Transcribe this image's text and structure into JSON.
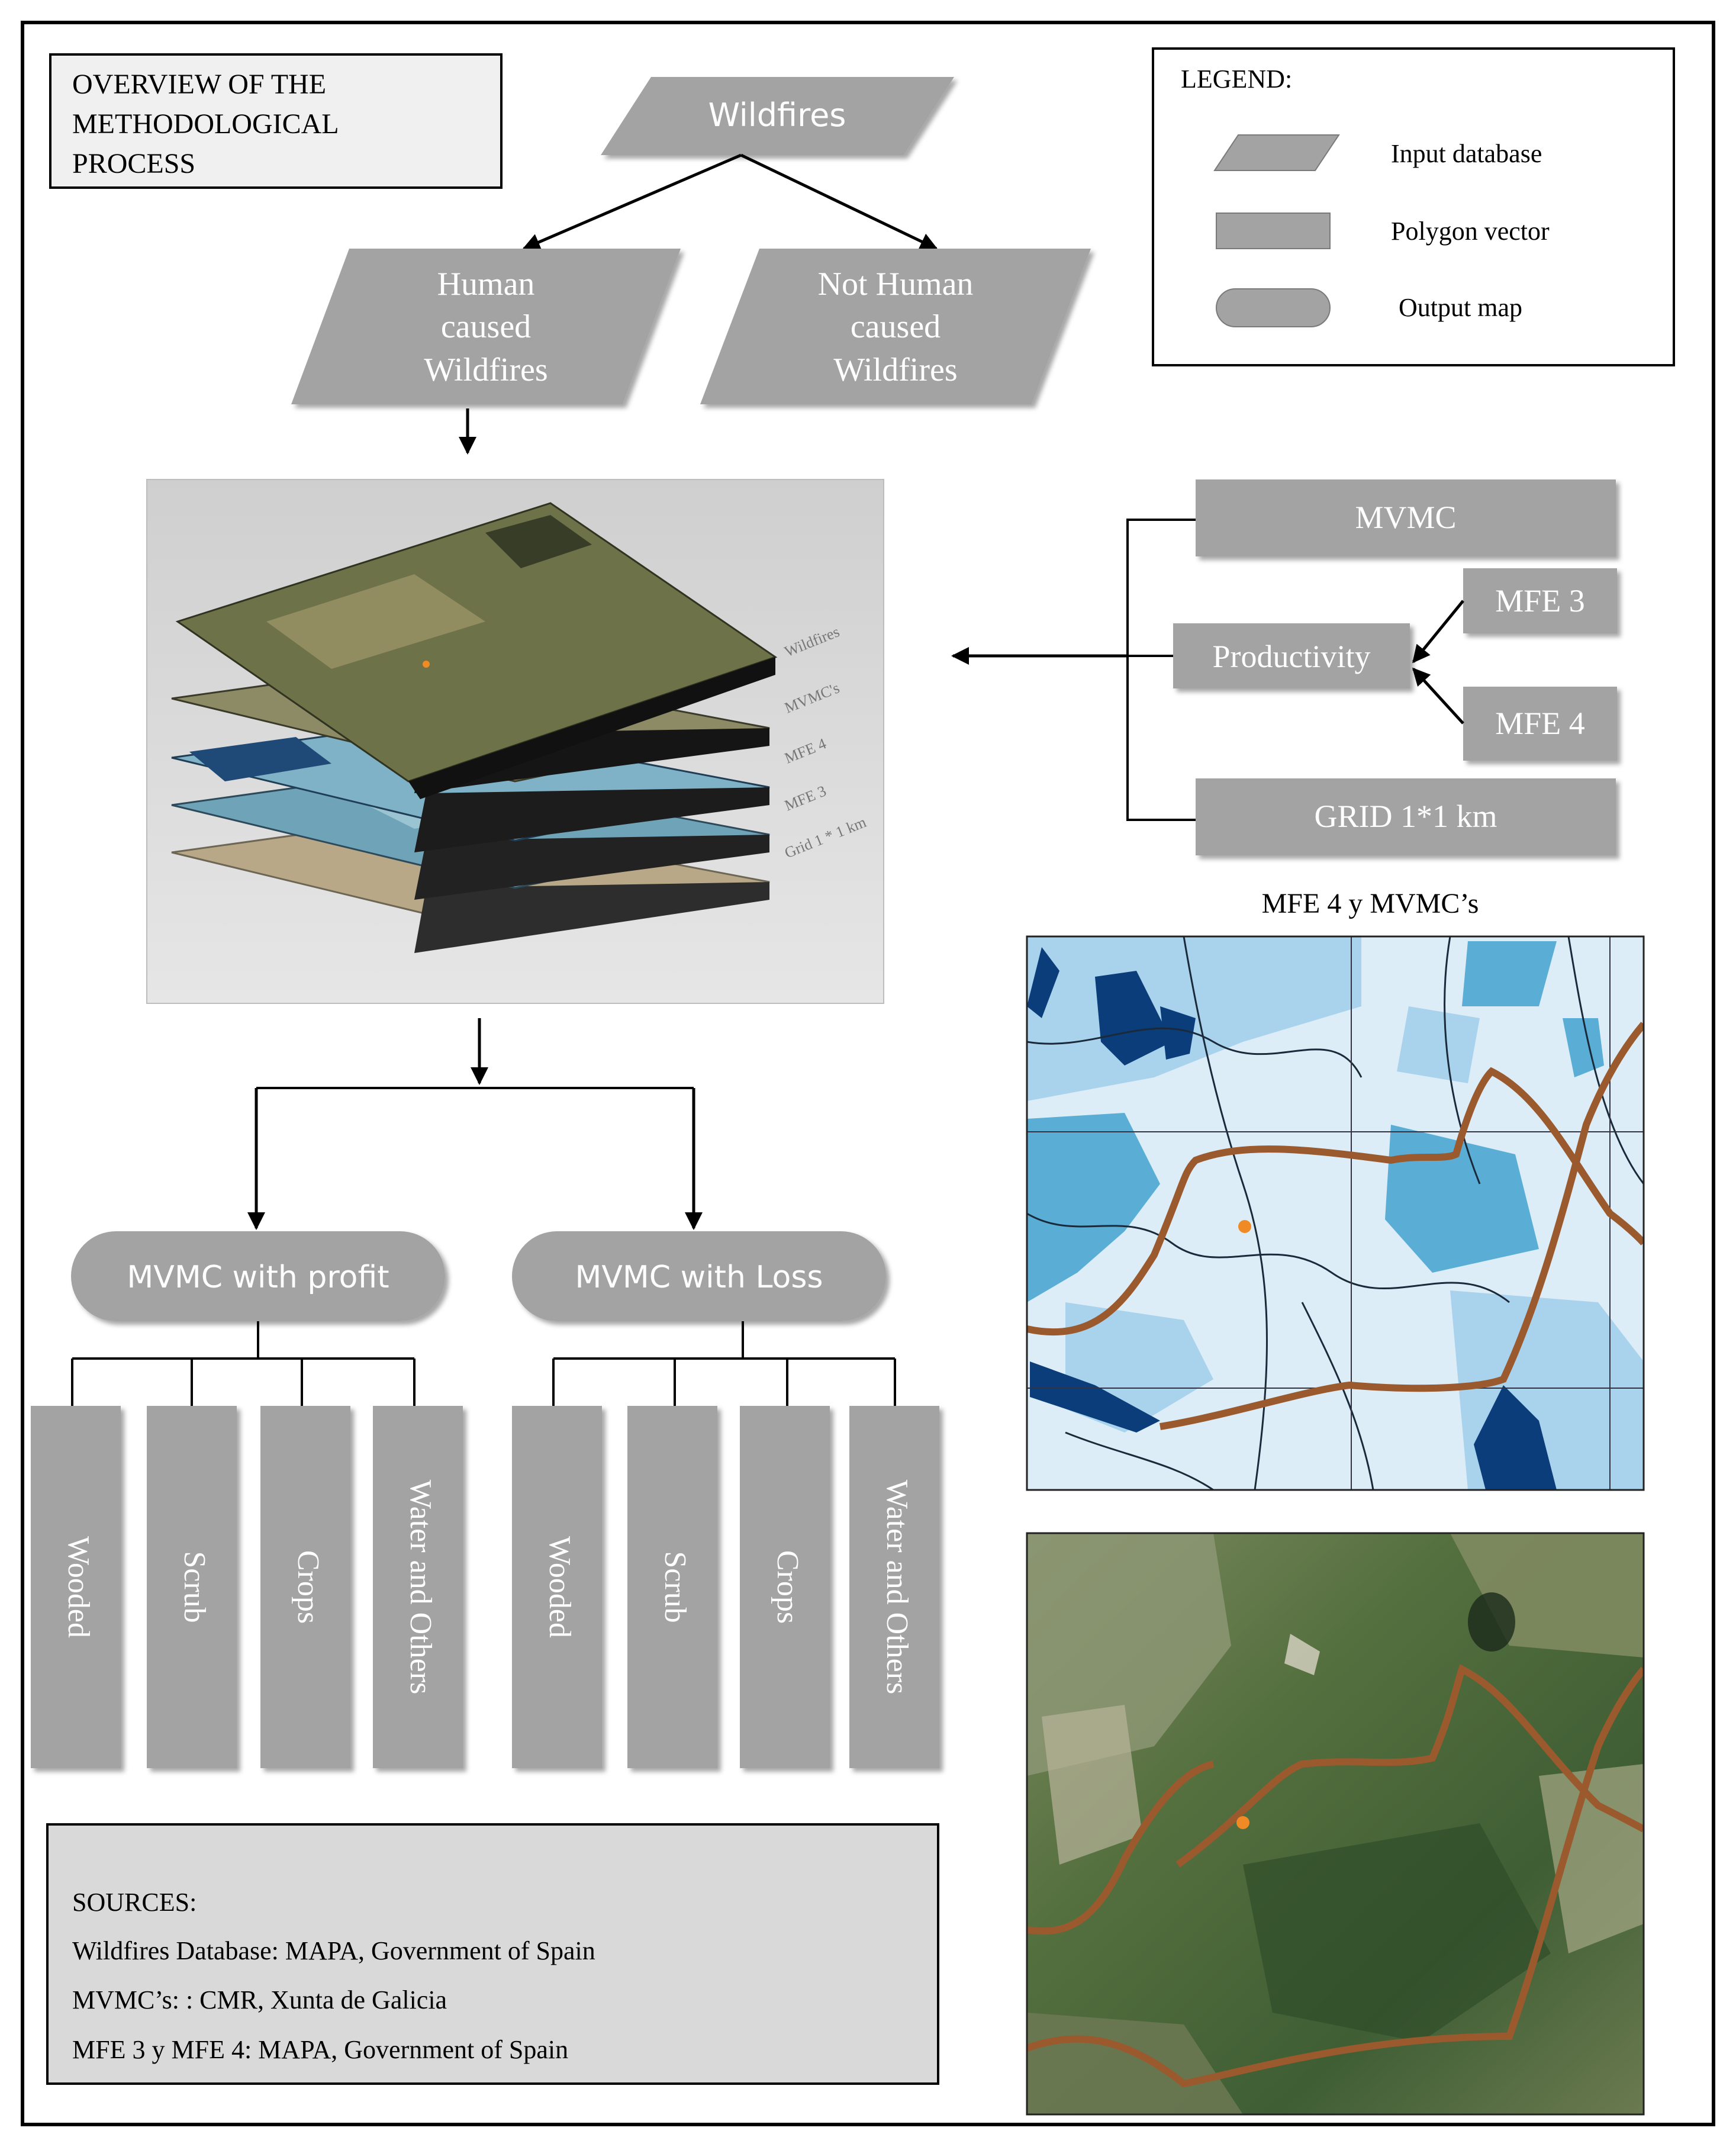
{
  "title_box": {
    "lines": [
      "OVERVIEW OF THE",
      "METHODOLOGICAL",
      "PROCESS"
    ]
  },
  "legend": {
    "title": "LEGEND:",
    "items": [
      {
        "shape": "parallelogram",
        "label": "Input database"
      },
      {
        "shape": "rectangle",
        "label": "Polygon vector"
      },
      {
        "shape": "rounded",
        "label": "Output map"
      }
    ]
  },
  "wildfires": {
    "label": "Wildfires"
  },
  "human": {
    "lines": [
      "Human",
      "caused",
      "Wildfires"
    ]
  },
  "not_human": {
    "lines": [
      "Not Human",
      "caused",
      "Wildfires"
    ]
  },
  "layer_stack": {
    "labels": [
      "Wildfires",
      "MVMC's",
      "MFE 4",
      "MFE 3",
      "Grid 1 * 1 km"
    ]
  },
  "inputs": {
    "mvmc": "MVMC",
    "productivity": "Productivity",
    "mfe3": "MFE 3",
    "mfe4": "MFE 4",
    "grid": "GRID 1*1 km"
  },
  "map_title": "MFE 4 y MVMC’s",
  "outputs": {
    "profit": "MVMC with profit",
    "loss": "MVMC with Loss",
    "profit_classes": [
      "Wooded",
      "Scrub",
      "Crops",
      "Water and Others"
    ],
    "loss_classes": [
      "Wooded",
      "Scrub",
      "Crops",
      "Water and Others"
    ]
  },
  "sources": {
    "heading": "SOURCES:",
    "lines": [
      "Wildfires Database: MAPA, Government of Spain",
      "MVMC’s: : CMR, Xunta de Galicia",
      "MFE 3 y MFE 4: MAPA, Government of Spain"
    ]
  },
  "colors": {
    "box_fill": "#a3a3a3",
    "box_text": "#ffffff",
    "road": "#9a5a2e",
    "dot": "#f08a24",
    "water_dark": "#0b3d7a",
    "blue_mid": "#5aaed6",
    "blue_light": "#a9d2ec",
    "blue_pale": "#dcedf8"
  }
}
